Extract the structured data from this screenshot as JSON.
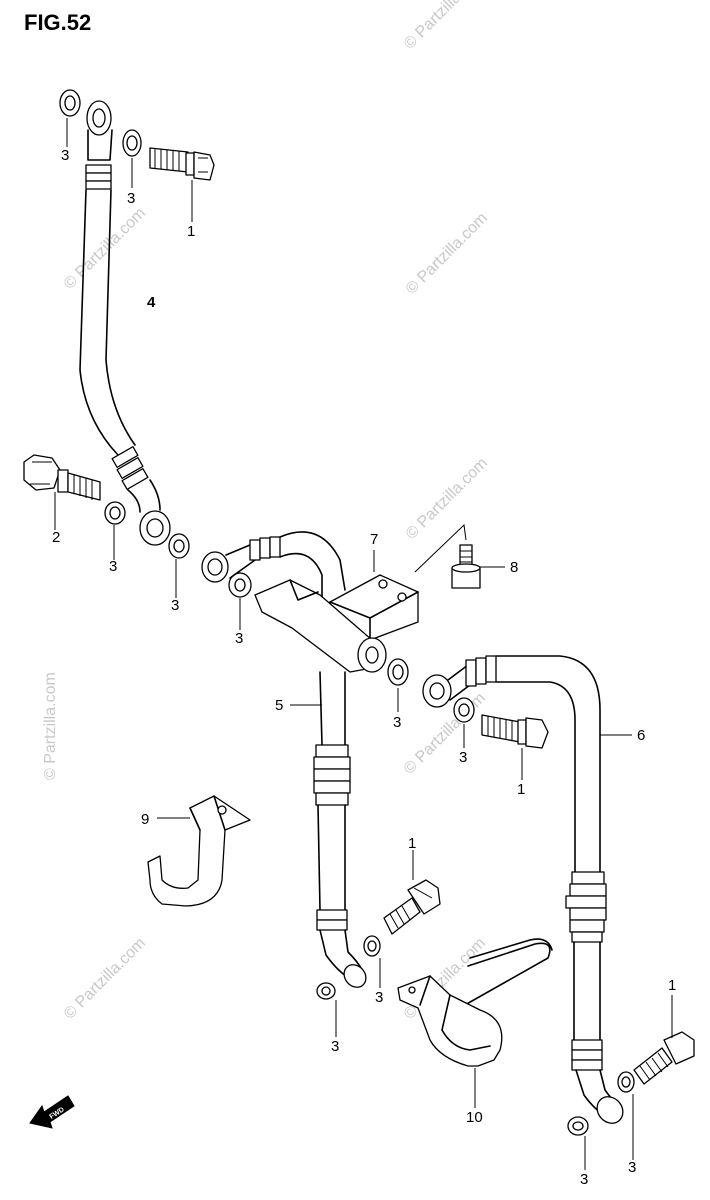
{
  "figure_title": "FIG.52",
  "watermark": "© Partzilla.com",
  "fwd_badge": "FWD",
  "callouts": {
    "c1a": "3",
    "c1b": "3",
    "c1c": "1",
    "c4": "4",
    "c2": "2",
    "c3a": "3",
    "c3b": "3",
    "c3c": "3",
    "c7": "7",
    "c8": "8",
    "c3d": "3",
    "c5": "5",
    "c6": "6",
    "c3e": "3",
    "c1d": "1",
    "c9": "9",
    "c1e": "1",
    "c3f": "3",
    "c3g": "3",
    "c10": "10",
    "c1f": "1",
    "c3h": "3",
    "c3i": "3"
  },
  "colors": {
    "line": "#000000",
    "watermark": "#c8c8c8",
    "background": "#ffffff"
  }
}
